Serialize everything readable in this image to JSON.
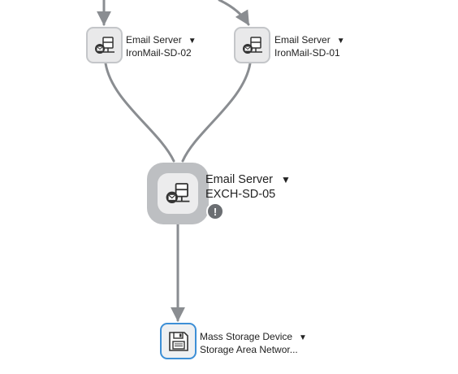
{
  "nodes": [
    {
      "id": "ironmail-02",
      "type_label": "Email Server",
      "name": "IronMail-SD-02",
      "icon": "email-server-icon"
    },
    {
      "id": "ironmail-01",
      "type_label": "Email Server",
      "name": "IronMail-SD-01",
      "icon": "email-server-icon"
    },
    {
      "id": "exch-05",
      "type_label": "Email Server",
      "name": "EXCH-SD-05",
      "icon": "email-server-icon",
      "alert": "!"
    },
    {
      "id": "san",
      "type_label": "Mass Storage Device",
      "name": "Storage Area Networ...",
      "icon": "floppy-disk-icon"
    }
  ],
  "colors": {
    "edge": "#8a8d91",
    "node_bg": "#e9e9ea",
    "node_border": "#c4c6c9",
    "selected_border": "#3d8fd6",
    "alert": "#6b6e72"
  },
  "caret_glyph": "▼"
}
